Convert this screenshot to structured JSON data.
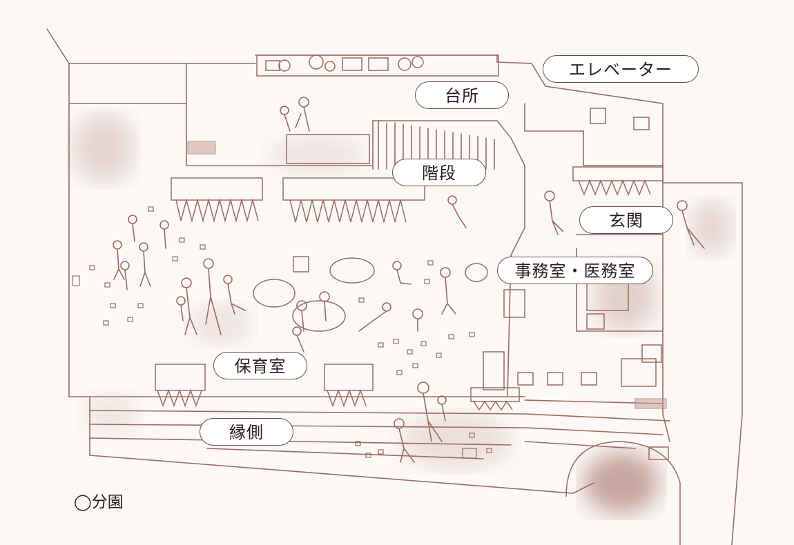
{
  "labels": {
    "elevator": "エレベーター",
    "kitchen": "台所",
    "stairs": "階段",
    "entrance": "玄関",
    "office": "事務室・医務室",
    "nursery": "保育室",
    "veranda": "縁側"
  },
  "caption": "◯分園",
  "colors": {
    "line": "#9b6a5f",
    "shadow": "#a56f65",
    "label_border": "#6b4a44",
    "text": "#2a1f1d",
    "paper": "#fbf8f6"
  }
}
